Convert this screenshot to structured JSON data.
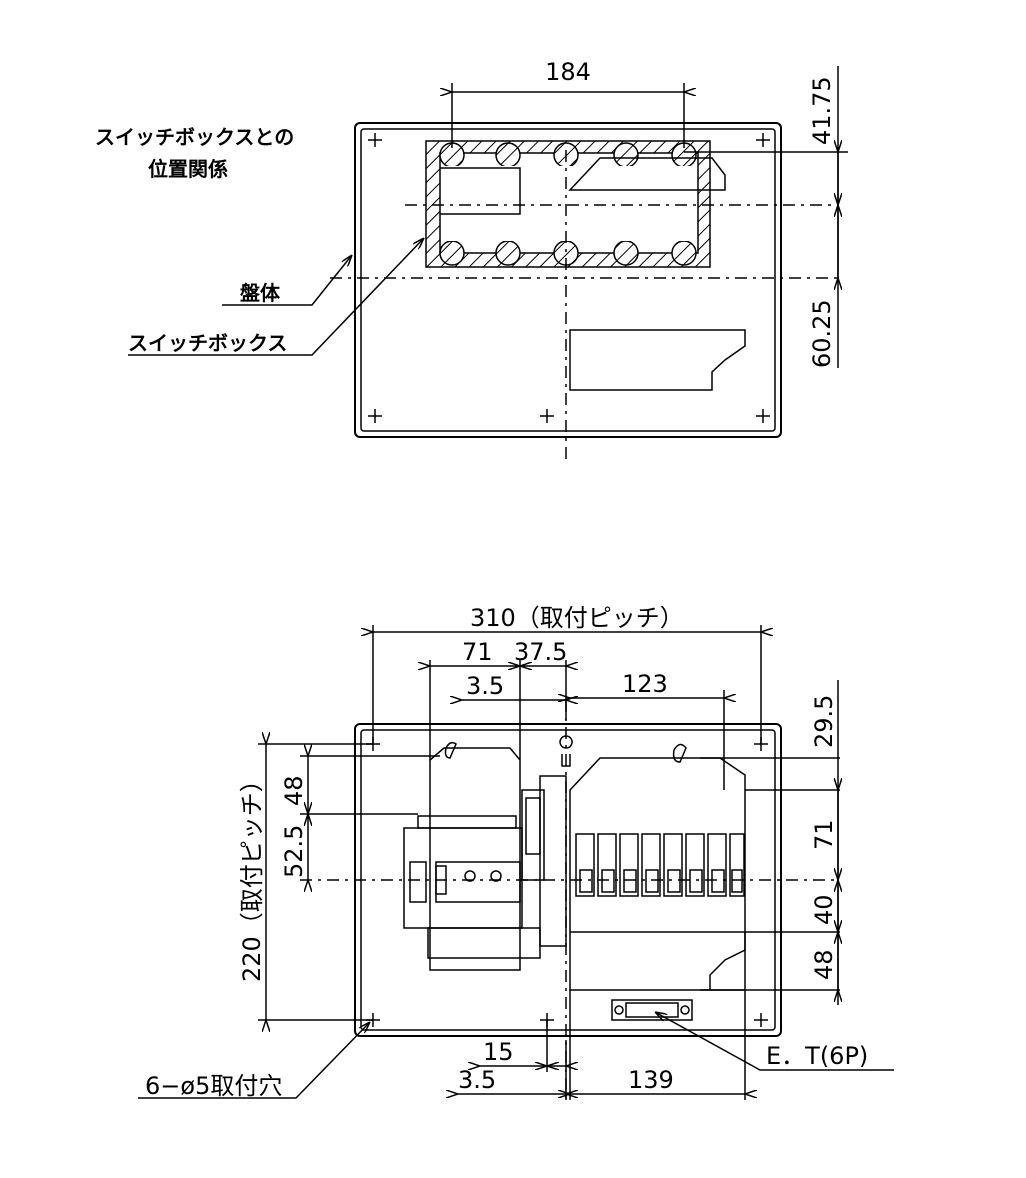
{
  "top_view": {
    "dim_width": "184",
    "dim_top": "41.75",
    "dim_bottom": "60.25",
    "caption_line1": "スイッチボックスとの",
    "caption_line2": "位置関係",
    "label_panel": "盤体",
    "label_switchbox": "スイッチボックス"
  },
  "front_view": {
    "dim_pitch_width": "310（取付ピッチ）",
    "dim_71": "71",
    "dim_37_5": "37.5",
    "dim_3_5_top": "3.5",
    "dim_123": "123",
    "dim_29_5": "29.5",
    "dim_r71": "71",
    "dim_r40": "40",
    "dim_r48": "48",
    "dim_l48": "48",
    "dim_52_5": "52.5",
    "dim_pitch_height": "220（取付ピッチ）",
    "dim_15": "15",
    "dim_3_5_bottom": "3.5",
    "dim_139": "139",
    "label_et": "E．T(6P)",
    "label_holes": "6−ø5取付穴"
  }
}
